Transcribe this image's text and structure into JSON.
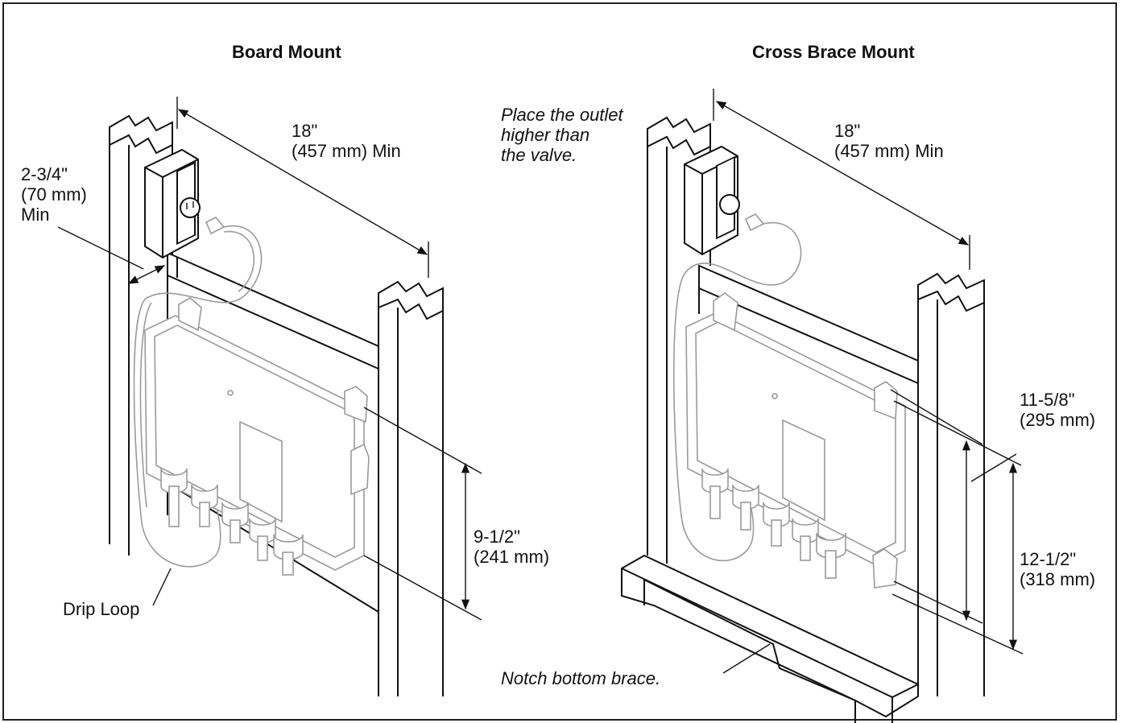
{
  "titles": {
    "left": "Board Mount",
    "right": "Cross Brace Mount"
  },
  "left": {
    "width_dim": "18\"\n(457 mm) Min",
    "depth_dim": "2-3/4\"\n(70 mm)\nMin",
    "height_dim": "9-1/2\"\n(241 mm)",
    "drip_loop": "Drip Loop"
  },
  "right": {
    "outlet_note": "Place the outlet\nhigher than\nthe valve.",
    "width_dim": "18\"\n(457 mm) Min",
    "dim_a": "11-5/8\"\n(295 mm)",
    "dim_b": "12-1/2\"\n(318 mm)",
    "brace_note": "Notch bottom brace."
  }
}
